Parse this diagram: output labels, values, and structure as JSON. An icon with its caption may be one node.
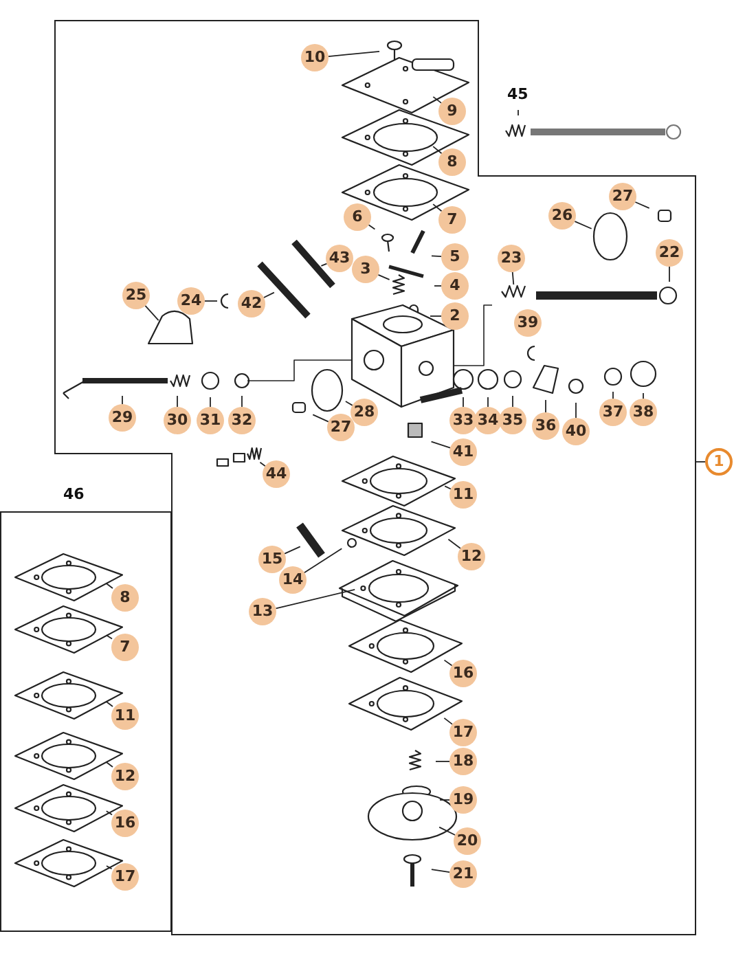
{
  "diagram": {
    "nodes": [
      {
        "text": [],
        "shape": "box"
      },
      {
        "text": [
          "10"
        ],
        "in": 0
      },
      {
        "text": [
          "45"
        ]
      },
      {
        "text": [
          "9"
        ],
        "in": 0
      },
      {
        "text": [
          "8"
        ],
        "in": 0
      },
      {
        "text": [
          "7"
        ],
        "in": 0
      },
      {
        "text": [
          "27"
        ],
        "in": 0
      },
      {
        "text": [
          "26"
        ],
        "in": 0
      },
      {
        "text": [
          "6"
        ],
        "in": 0
      },
      {
        "text": [
          "5"
        ],
        "in": 0
      },
      {
        "text": [
          "43"
        ],
        "in": 0
      },
      {
        "text": [
          "4"
        ],
        "in": 0
      },
      {
        "text": [
          "3"
        ],
        "in": 0
      },
      {
        "text": [
          "23"
        ],
        "in": 0
      },
      {
        "text": [
          "22"
        ],
        "in": 0
      },
      {
        "text": [
          "25"
        ],
        "in": 0
      },
      {
        "text": [
          "24"
        ],
        "in": 0
      },
      {
        "text": [
          "42"
        ],
        "in": 0
      },
      {
        "text": [
          "2"
        ],
        "in": 0
      },
      {
        "text": [
          "39"
        ],
        "in": 0
      },
      {
        "text": [
          "37"
        ],
        "in": 0
      },
      {
        "text": [
          "38"
        ],
        "in": 0
      },
      {
        "text": [
          "28"
        ],
        "in": 0
      },
      {
        "text": [
          "29"
        ],
        "in": 0
      },
      {
        "text": [
          "30"
        ],
        "in": 0
      },
      {
        "text": [
          "31"
        ],
        "in": 0
      },
      {
        "text": [
          "32"
        ],
        "in": 0
      },
      {
        "text": [
          "33"
        ],
        "in": 0
      },
      {
        "text": [
          "34"
        ],
        "in": 0
      },
      {
        "text": [
          "35"
        ],
        "in": 0
      },
      {
        "text": [
          "36"
        ],
        "in": 0
      },
      {
        "text": [
          "40"
        ],
        "in": 0
      },
      {
        "text": [
          "27"
        ],
        "in": 0
      },
      {
        "text": [
          "41"
        ],
        "in": 0
      },
      {
        "text": [
          "1"
        ]
      },
      {
        "text": [
          "44"
        ],
        "in": 0
      },
      {
        "text": [
          "11"
        ],
        "in": 0
      },
      {
        "text": [
          "46"
        ]
      },
      {
        "text": [
          "12"
        ],
        "in": 0
      },
      {
        "text": [
          "15"
        ],
        "in": 0
      },
      {
        "text": [
          "14"
        ],
        "in": 0
      },
      {
        "text": [
          "8"
        ],
        "in": 37
      },
      {
        "text": [
          "13"
        ],
        "in": 0
      },
      {
        "text": [
          "7"
        ],
        "in": 37
      },
      {
        "text": [
          "16"
        ],
        "in": 0
      },
      {
        "text": [
          "11"
        ],
        "in": 37
      },
      {
        "text": [
          "17"
        ],
        "in": 0
      },
      {
        "text": [
          "18"
        ],
        "in": 0
      },
      {
        "text": [
          "12"
        ],
        "in": 37
      },
      {
        "text": [
          "19"
        ],
        "in": 0
      },
      {
        "text": [
          "16"
        ],
        "in": 37
      },
      {
        "text": [
          "20"
        ],
        "in": 0
      },
      {
        "text": [
          "21"
        ],
        "in": 0
      },
      {
        "text": [
          "17"
        ],
        "in": 37
      }
    ],
    "edges": [
      {
        "from": 1,
        "to": null,
        "arrow": "none"
      },
      {
        "from": 2,
        "to": null,
        "arrow": "none"
      },
      {
        "from": 3,
        "to": null,
        "arrow": "none"
      },
      {
        "from": 4,
        "to": null,
        "arrow": "none"
      },
      {
        "from": 5,
        "to": null,
        "arrow": "none"
      },
      {
        "from": 6,
        "to": null,
        "arrow": "none"
      },
      {
        "from": 7,
        "to": null,
        "arrow": "none"
      },
      {
        "from": 8,
        "to": null,
        "arrow": "none"
      },
      {
        "from": 9,
        "to": null,
        "arrow": "none"
      },
      {
        "from": 10,
        "to": null,
        "arrow": "none"
      },
      {
        "from": 11,
        "to": null,
        "arrow": "none"
      },
      {
        "from": 12,
        "to": null,
        "arrow": "none"
      },
      {
        "from": 13,
        "to": null,
        "arrow": "none"
      },
      {
        "from": 14,
        "to": null,
        "arrow": "none"
      },
      {
        "from": 15,
        "to": null,
        "arrow": "none"
      },
      {
        "from": 16,
        "to": null,
        "arrow": "none"
      },
      {
        "from": 17,
        "to": null,
        "arrow": "none"
      },
      {
        "from": 18,
        "to": null,
        "arrow": "none"
      },
      {
        "from": 19,
        "to": null,
        "arrow": "none"
      },
      {
        "from": 20,
        "to": null,
        "arrow": "none"
      },
      {
        "from": 21,
        "to": null,
        "arrow": "none"
      },
      {
        "from": 22,
        "to": null,
        "arrow": "none"
      },
      {
        "from": 23,
        "to": null,
        "arrow": "none"
      },
      {
        "from": 24,
        "to": null,
        "arrow": "none"
      },
      {
        "from": 25,
        "to": null,
        "arrow": "none"
      },
      {
        "from": 26,
        "to": null,
        "arrow": "none"
      },
      {
        "from": 27,
        "to": null,
        "arrow": "none"
      },
      {
        "from": 28,
        "to": null,
        "arrow": "none"
      },
      {
        "from": 29,
        "to": null,
        "arrow": "none"
      },
      {
        "from": 30,
        "to": null,
        "arrow": "none"
      },
      {
        "from": 31,
        "to": null,
        "arrow": "none"
      },
      {
        "from": 32,
        "to": null,
        "arrow": "none"
      },
      {
        "from": 33,
        "to": null,
        "arrow": "none"
      },
      {
        "from": 34,
        "to": 0,
        "arrow": "none"
      },
      {
        "from": 35,
        "to": null,
        "arrow": "none"
      },
      {
        "from": 36,
        "to": null,
        "arrow": "none"
      },
      {
        "from": 38,
        "to": null,
        "arrow": "none"
      },
      {
        "from": 39,
        "to": null,
        "arrow": "none"
      },
      {
        "from": 40,
        "to": null,
        "arrow": "none"
      },
      {
        "from": 41,
        "to": null,
        "arrow": "none"
      },
      {
        "from": 42,
        "to": null,
        "arrow": "none"
      },
      {
        "from": 43,
        "to": null,
        "arrow": "none"
      },
      {
        "from": 44,
        "to": null,
        "arrow": "none"
      },
      {
        "from": 45,
        "to": null,
        "arrow": "none"
      },
      {
        "from": 46,
        "to": null,
        "arrow": "none"
      },
      {
        "from": 47,
        "to": null,
        "arrow": "none"
      },
      {
        "from": 48,
        "to": null,
        "arrow": "none"
      },
      {
        "from": 49,
        "to": null,
        "arrow": "none"
      },
      {
        "from": 50,
        "to": null,
        "arrow": "none"
      },
      {
        "from": 51,
        "to": null,
        "arrow": "none"
      },
      {
        "from": 52,
        "to": null,
        "arrow": "none"
      },
      {
        "from": 53,
        "to": null,
        "arrow": "none"
      }
    ]
  }
}
